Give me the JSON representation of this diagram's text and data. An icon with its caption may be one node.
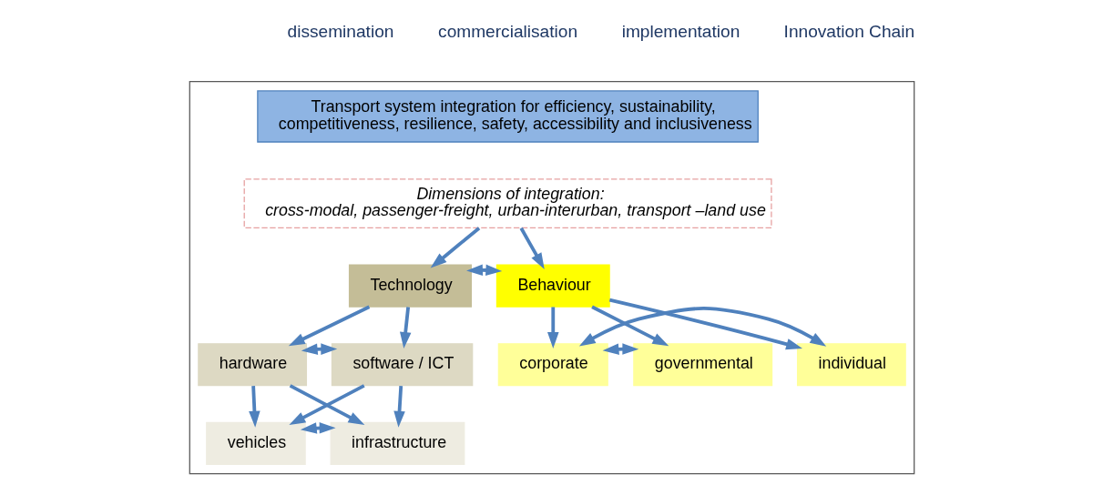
{
  "diagram": {
    "nodes": [
      {
        "text": [],
        "shape": "box"
      },
      {
        "text": [
          "Transport system integration for efficiency, sustainability, competitiveness, resilience, safety, accessibility and inclusiveness"
        ],
        "in": 0
      },
      {
        "text": [
          "Dimensions of integration:",
          "cross-modal, passenger-freight, urban-interurban, transport –land use"
        ],
        "in": 0
      },
      {
        "text": [
          "Technology"
        ],
        "in": 0
      },
      {
        "text": [
          "Behaviour"
        ],
        "in": 0
      },
      {
        "text": [
          "hardware"
        ],
        "in": 0
      },
      {
        "text": [
          "software / ICT"
        ],
        "in": 0
      },
      {
        "text": [
          "individual"
        ],
        "in": 0
      },
      {
        "text": [
          "corporate"
        ],
        "in": 0
      },
      {
        "text": [
          "governmental"
        ],
        "in": 0
      },
      {
        "text": [
          "vehicles"
        ],
        "in": 0
      },
      {
        "text": [
          "infrastructure"
        ],
        "in": 0
      }
    ],
    "edges": [
      {
        "from": 2,
        "to": 3,
        "arrow": "to"
      },
      {
        "from": 2,
        "to": 4,
        "arrow": "to"
      },
      {
        "from": 3,
        "to": 4,
        "arrow": "both"
      },
      {
        "from": 3,
        "to": 5,
        "arrow": "to"
      },
      {
        "from": 3,
        "to": 6,
        "arrow": "to"
      },
      {
        "from": 4,
        "to": 7,
        "arrow": "to"
      },
      {
        "from": 4,
        "to": 8,
        "arrow": "to"
      },
      {
        "from": 4,
        "to": 9,
        "arrow": "to"
      },
      {
        "from": 5,
        "to": 6,
        "arrow": "both"
      },
      {
        "from": 7,
        "to": 8,
        "arrow": "both"
      },
      {
        "from": 8,
        "to": 9,
        "arrow": "both"
      },
      {
        "from": 5,
        "to": 10,
        "arrow": "to"
      },
      {
        "from": 5,
        "to": 11,
        "arrow": "to"
      },
      {
        "from": 6,
        "to": 10,
        "arrow": "to"
      },
      {
        "from": 6,
        "to": 11,
        "arrow": "to"
      },
      {
        "from": 10,
        "to": 11,
        "arrow": "both"
      }
    ],
    "labels": [
      "dissemination",
      "commercialisation",
      "implementation",
      "Innovation Chain"
    ]
  }
}
